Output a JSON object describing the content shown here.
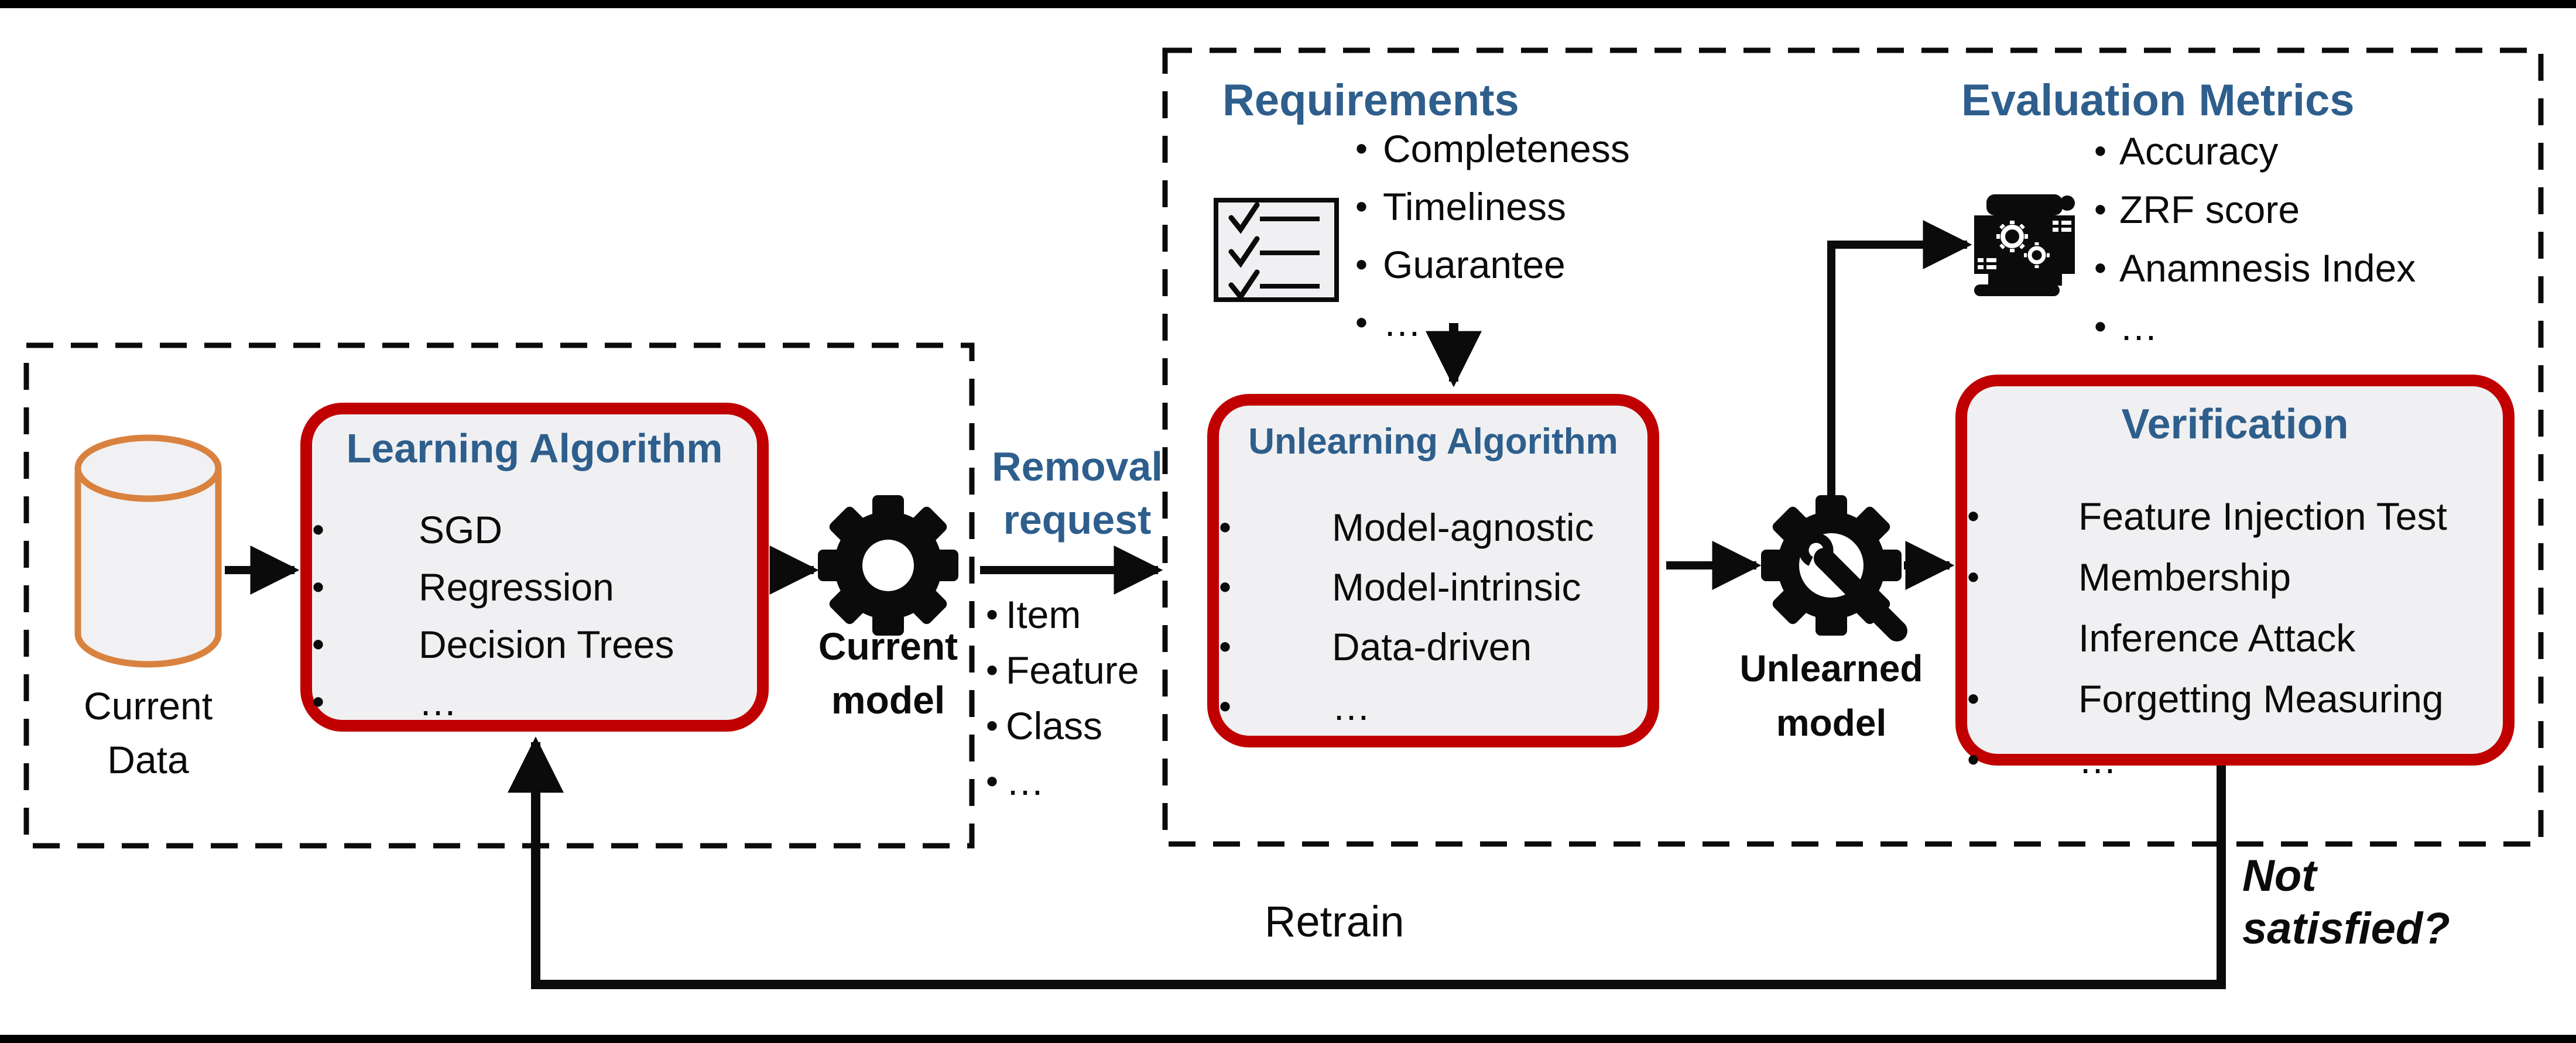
{
  "colors": {
    "accent_blue": "#2E5E8C",
    "accent_red": "#C00000",
    "database_orange": "#D9823F",
    "box_fill": "#F0F0F2",
    "line_black": "#0b0b0b"
  },
  "left_panel": {
    "database_label": "Current\nData",
    "learning_box": {
      "title": "Learning Algorithm",
      "items": [
        "SGD",
        "Regression",
        "Decision Trees",
        "…"
      ]
    },
    "current_model_label": "Current\nmodel"
  },
  "removal_request": {
    "title": "Removal\nrequest",
    "items": [
      "Item",
      "Feature",
      "Class",
      "…"
    ]
  },
  "right_panel": {
    "requirements": {
      "title": "Requirements",
      "items": [
        "Completeness",
        "Timeliness",
        "Guarantee",
        "…"
      ]
    },
    "unlearning_box": {
      "title": "Unlearning Algorithm",
      "items": [
        "Model-agnostic",
        "Model-intrinsic",
        "Data-driven",
        "…"
      ]
    },
    "unlearned_model_label": "Unlearned\nmodel",
    "evaluation_metrics": {
      "title": "Evaluation Metrics",
      "items": [
        "Accuracy",
        "ZRF score",
        "Anamnesis Index",
        "…"
      ]
    },
    "verification_box": {
      "title": "Verification",
      "items": [
        "Feature Injection Test",
        "Membership",
        "Inference Attack",
        "Forgetting Measuring",
        "…"
      ]
    }
  },
  "feedback": {
    "retrain_label": "Retrain",
    "not_satisfied_label": "Not\nsatisfied?"
  }
}
